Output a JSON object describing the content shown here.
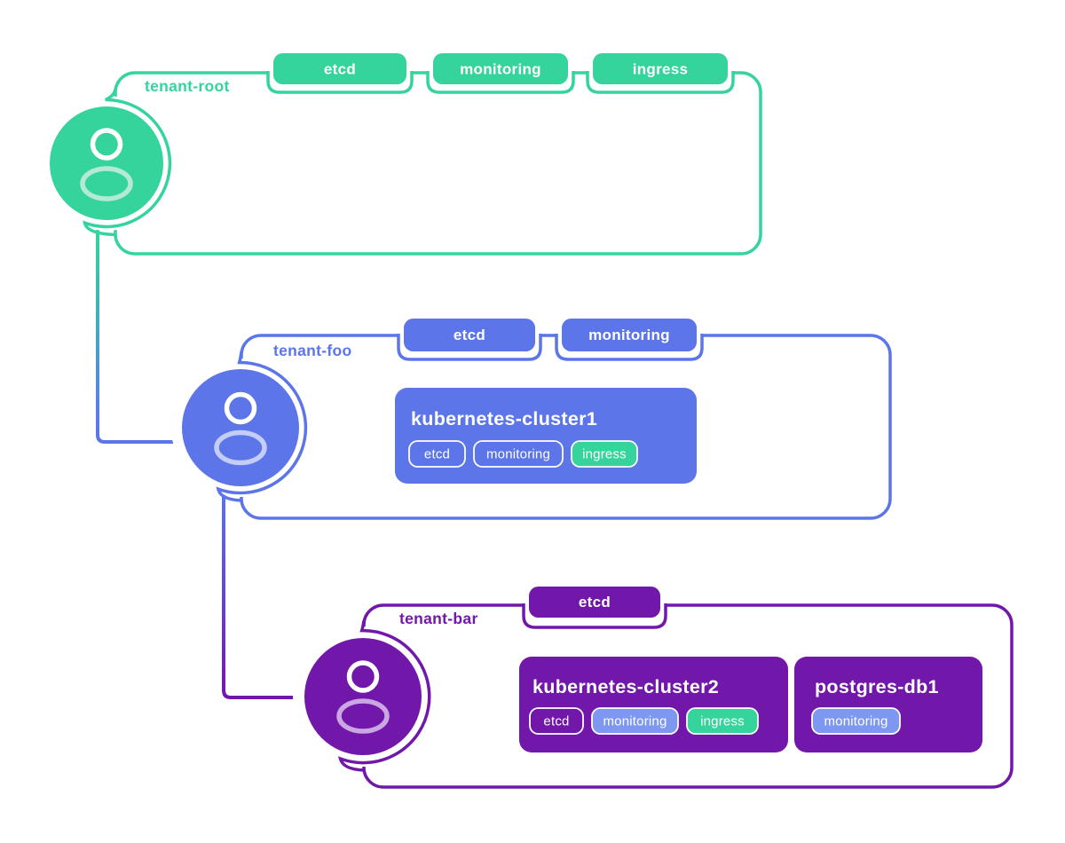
{
  "colors": {
    "green": "#35d49c",
    "blue": "#5c75e9",
    "purple": "#7117a9",
    "pill_blue": "#7e97f0",
    "pale_green": "#b4ead5",
    "pale_blue": "#c4cdf6",
    "pale_purple": "#caa6e3",
    "white": "#ffffff"
  },
  "tenants": [
    {
      "name": "tenant-root",
      "color": "#35d49c",
      "tabs": [
        "etcd",
        "monitoring",
        "ingress"
      ],
      "resources": []
    },
    {
      "name": "tenant-foo",
      "color": "#5c75e9",
      "tabs": [
        "etcd",
        "monitoring"
      ],
      "resources": [
        {
          "title": "kubernetes-cluster1",
          "pills": [
            {
              "label": "etcd",
              "variant": "outline"
            },
            {
              "label": "monitoring",
              "variant": "outline"
            },
            {
              "label": "ingress",
              "variant": "green"
            }
          ]
        }
      ]
    },
    {
      "name": "tenant-bar",
      "color": "#7117a9",
      "tabs": [
        "etcd"
      ],
      "resources": [
        {
          "title": "kubernetes-cluster2",
          "pills": [
            {
              "label": "etcd",
              "variant": "outline"
            },
            {
              "label": "monitoring",
              "variant": "blue"
            },
            {
              "label": "ingress",
              "variant": "green"
            }
          ]
        },
        {
          "title": "postgres-db1",
          "pills": [
            {
              "label": "monitoring",
              "variant": "blue"
            }
          ]
        }
      ]
    }
  ],
  "links": [
    {
      "from": "tenant-root",
      "to": "tenant-foo"
    },
    {
      "from": "tenant-foo",
      "to": "tenant-bar"
    }
  ]
}
